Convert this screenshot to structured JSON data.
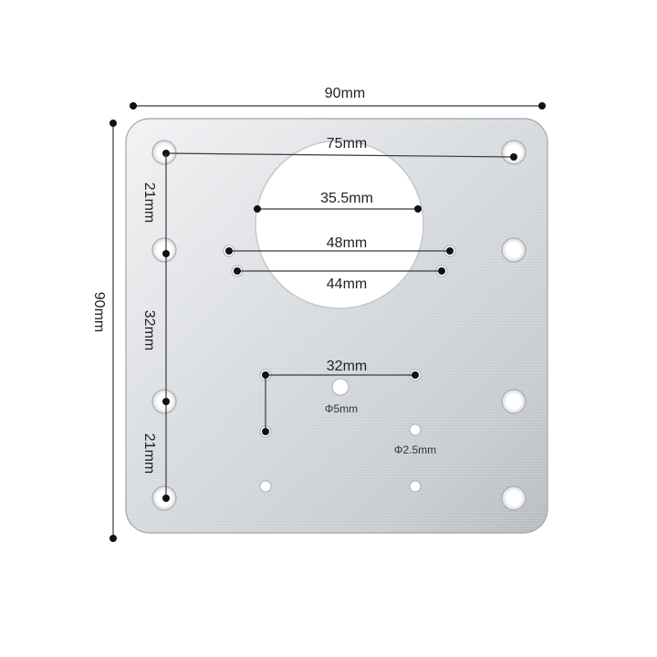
{
  "dimensions": {
    "overall_width": "90mm",
    "overall_height": "90mm",
    "span_top_holes": "75mm",
    "big_hole_diameter": "35.5mm",
    "span_upper_slots": "48mm",
    "span_lower_slots": "44mm",
    "vertical_top": "21mm",
    "vertical_middle": "32mm",
    "vertical_bottom": "21mm",
    "span_lower_holes": "32mm",
    "hole_5": "Φ5mm",
    "hole_2_5": "Φ2.5mm"
  },
  "colors": {
    "plate_light": "#eceef0",
    "plate_mid": "#c9cdd1",
    "plate_dark": "#b3b8bd",
    "line": "#3a3a3a",
    "dot": "#111111"
  }
}
